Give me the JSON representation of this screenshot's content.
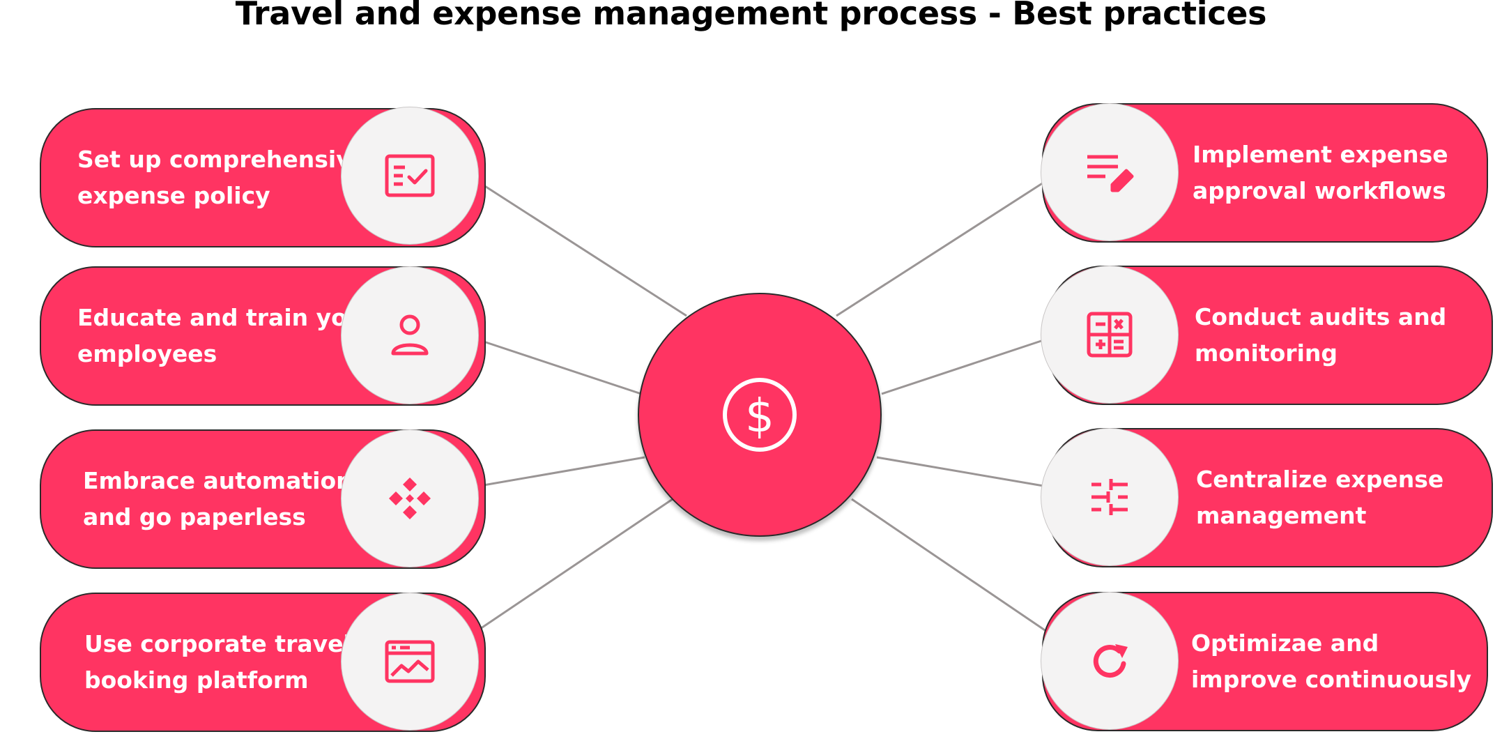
{
  "title": "Travel and expense management process - Best practices",
  "colors": {
    "accent": "#ff3462",
    "icon_bg": "#f4f3f3",
    "connector": "#9a9595",
    "title": "#000000"
  },
  "hub": {
    "icon": "dollar-circle-icon"
  },
  "left_items": [
    {
      "label": "Set up comprehensive\nexpense policy",
      "icon": "checklist-icon"
    },
    {
      "label": "Educate and train your\nemployees",
      "icon": "user-icon"
    },
    {
      "label": "Embrace automation\nand go paperless",
      "icon": "automation-icon"
    },
    {
      "label": "Use corporate travel\nbooking platform",
      "icon": "browser-chart-icon"
    }
  ],
  "right_items": [
    {
      "label": "Implement expense\napproval workflows",
      "icon": "list-edit-icon"
    },
    {
      "label": "Conduct audits and\nmonitoring",
      "icon": "calculator-icon"
    },
    {
      "label": "Centralize expense\nmanagement",
      "icon": "sliders-icon"
    },
    {
      "label": "Optimizae and\nimprove continuously",
      "icon": "refresh-icon"
    }
  ]
}
